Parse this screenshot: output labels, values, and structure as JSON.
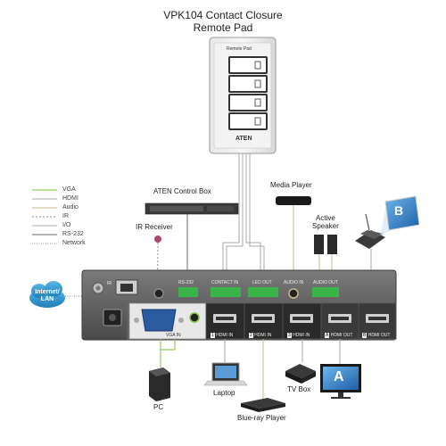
{
  "title_line1": "VPK104 Contact Closure",
  "title_line2": "Remote Pad",
  "pad": {
    "header": "Remote Pad",
    "brand": "ATEN"
  },
  "legend": [
    {
      "label": "VGA",
      "color": "#7bc142",
      "style": "solid"
    },
    {
      "label": "HDMI",
      "color": "#a7a9ac",
      "style": "solid"
    },
    {
      "label": "Audio",
      "color": "#c9b98a",
      "style": "solid"
    },
    {
      "label": "IR",
      "color": "#8a8a8a",
      "style": "dashed"
    },
    {
      "label": "I/O",
      "color": "#b0b0b0",
      "style": "solid"
    },
    {
      "label": "RS-232",
      "color": "#6b6b6b",
      "style": "solid"
    },
    {
      "label": "Network",
      "color": "#8a8a8a",
      "style": "dotted"
    }
  ],
  "devices": {
    "control_box": "ATEN Control Box",
    "ir_receiver": "IR Receiver",
    "media_player": "Media Player",
    "active_speaker_line1": "Active",
    "active_speaker_line2": "Speaker",
    "internet_line1": "Internet/",
    "internet_line2": "LAN",
    "pc": "PC",
    "laptop": "Laptop",
    "bluray": "Blue-ray Player",
    "tv_box": "TV Box",
    "screen_a": "A",
    "screen_b": "B"
  },
  "ports": {
    "ir": "IR",
    "rs232": "RS-232",
    "contact_in": "CONTACT IN",
    "led_out": "LED OUT",
    "audio_in": "AUDIO IN",
    "audio_out": "AUDIO OUT",
    "vga_in": "VGA IN",
    "hdmi_in_1": "HDMI IN",
    "hdmi_in_2": "HDMI IN",
    "hdmi_in_3": "HDMI IN",
    "hdmi_out_a": "HDMI OUT",
    "hdmi_out_b": "HDMI OUT",
    "num_1": "1",
    "num_2": "2",
    "num_3": "3",
    "out_a": "A",
    "out_b": "B"
  }
}
